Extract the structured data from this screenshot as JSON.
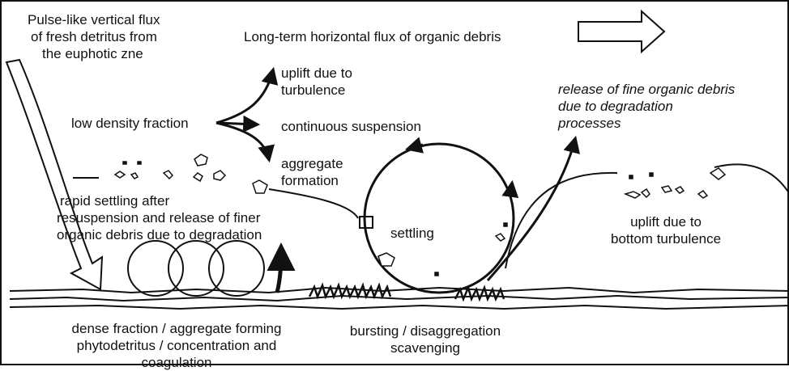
{
  "labels": {
    "pulse_flux": [
      "Pulse-like vertical flux",
      "of fresh detritus from",
      "the euphotic zne"
    ],
    "horizontal_flux": "Long-term horizontal flux of organic debris",
    "uplift_turbulence": [
      "uplift due to",
      "turbulence"
    ],
    "low_density": "low density fraction",
    "continuous_suspension": "continuous suspension",
    "aggregate_formation": [
      "aggregate",
      "formation"
    ],
    "release_fine": [
      "release of fine organic debris",
      "due to degradation",
      "processes"
    ],
    "rapid_settling": [
      "rapid settling after",
      "resuspension and release of finer",
      "organic debris due to degradation"
    ],
    "settling": "settling",
    "uplift_bottom": [
      "uplift due to",
      "bottom turbulence"
    ],
    "dense_fraction": [
      "dense fraction / aggregate forming",
      "phytodetritus / concentration and",
      "coagulation"
    ],
    "bursting": [
      "bursting / disaggregation",
      "scavenging"
    ]
  }
}
